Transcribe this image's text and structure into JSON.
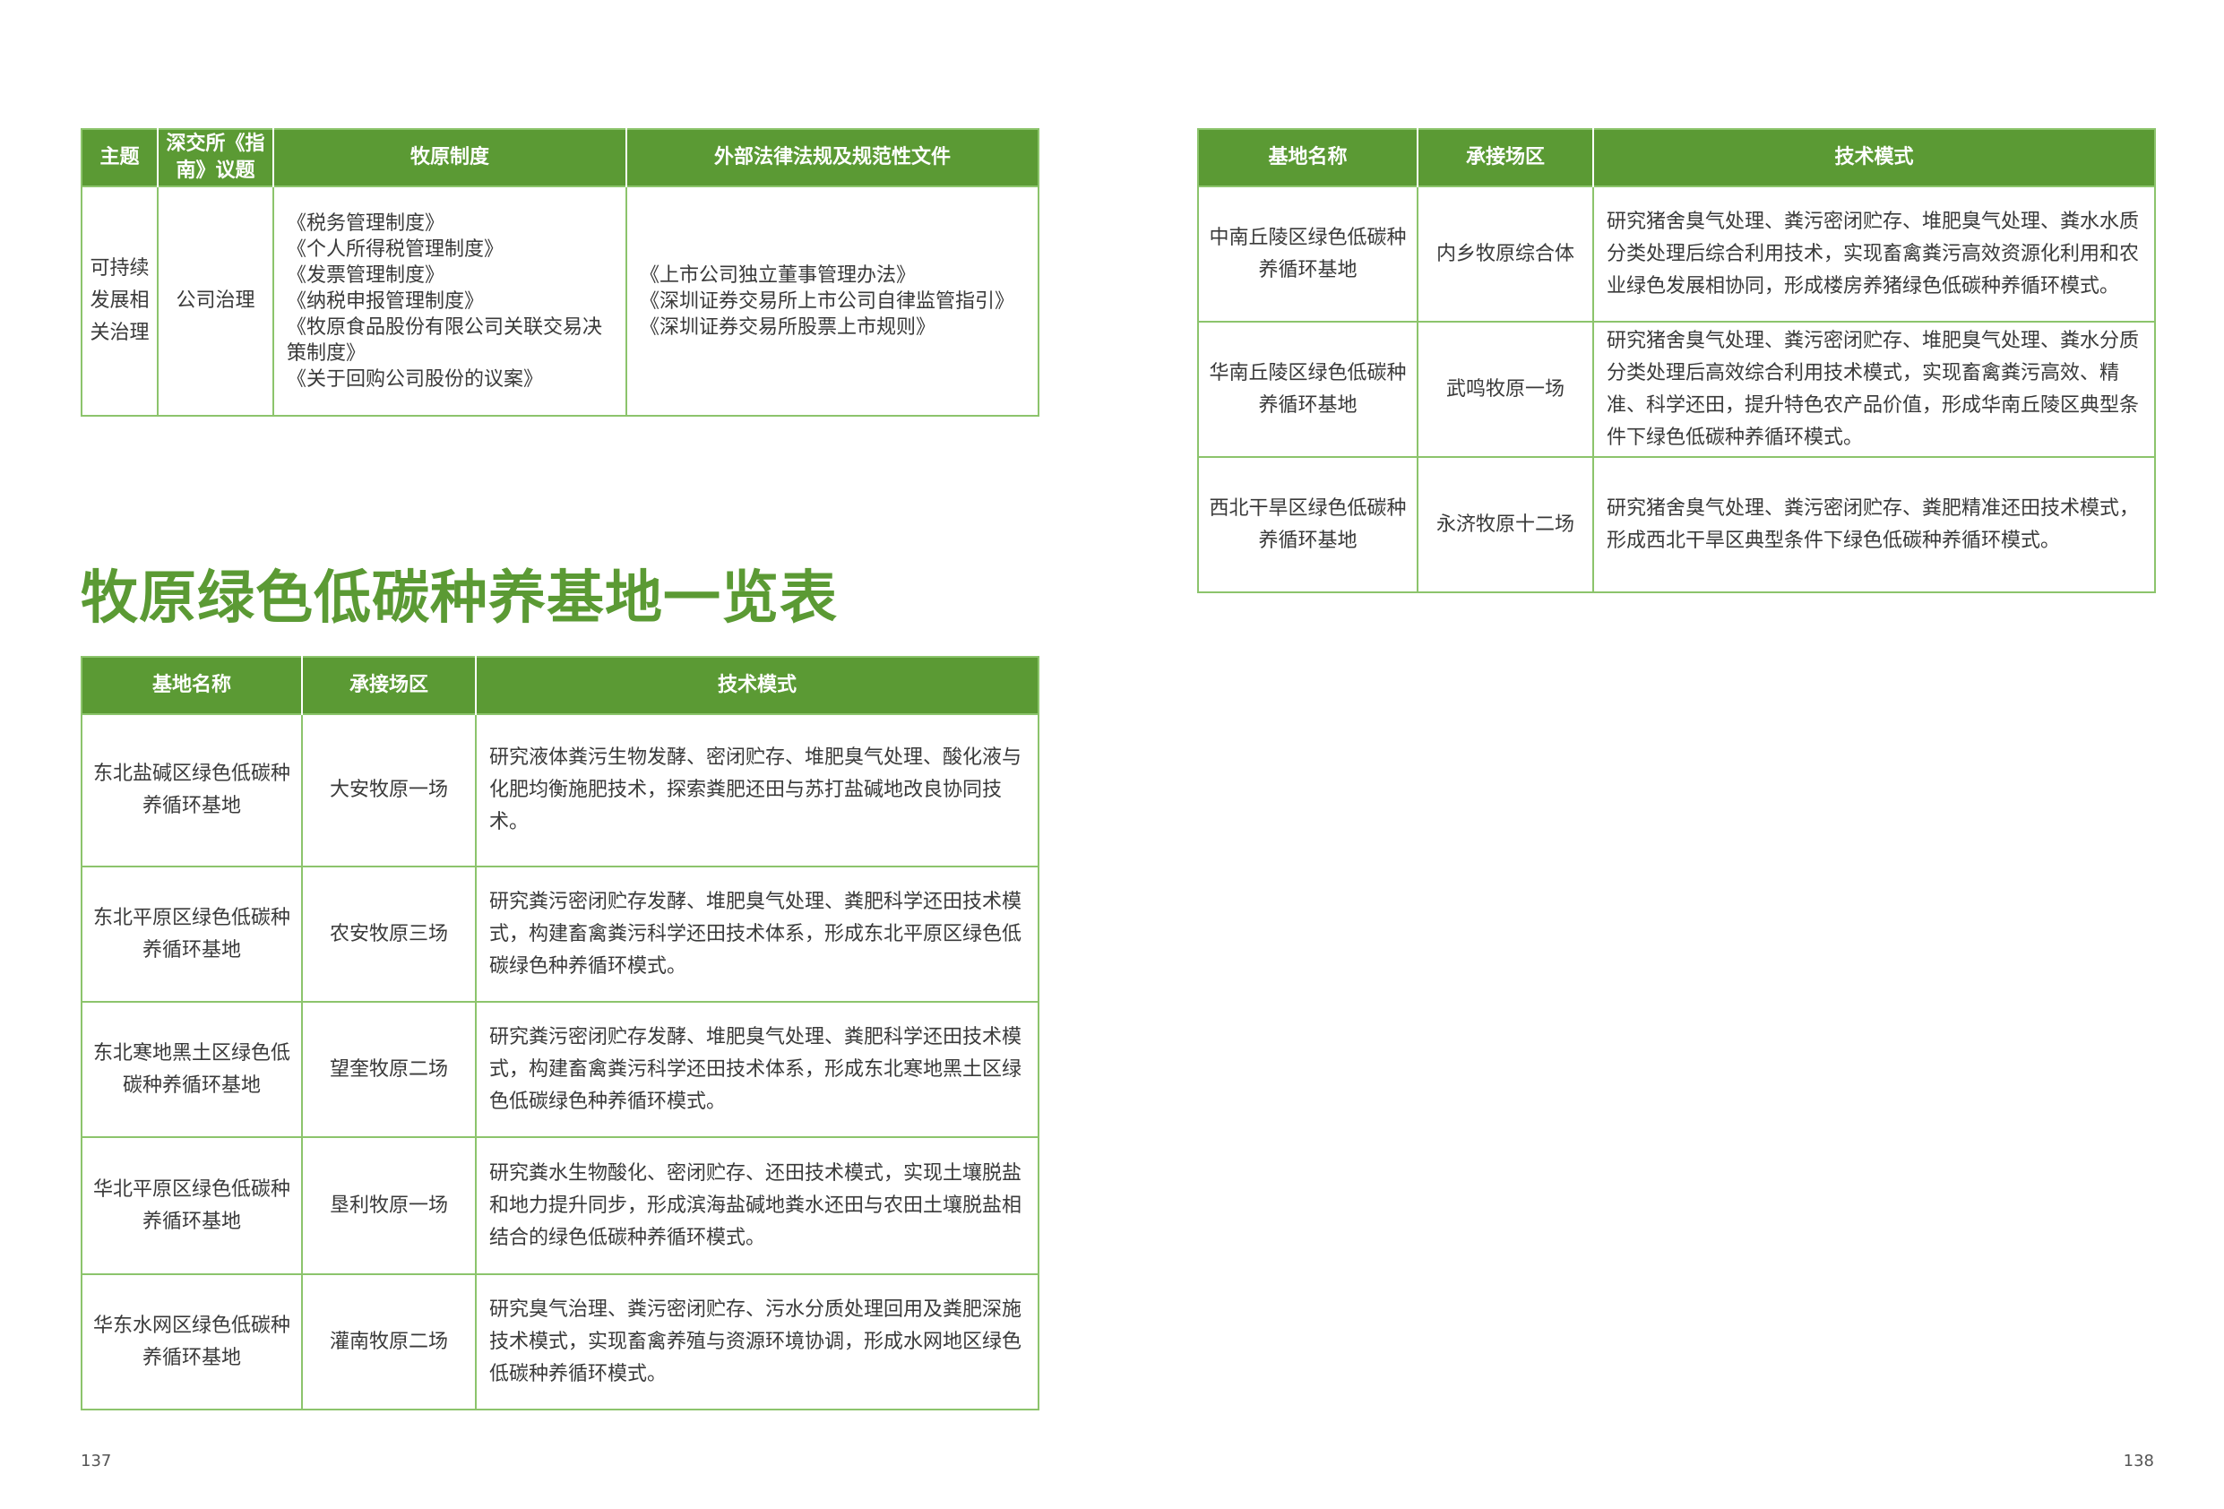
{
  "governance_table": {
    "headers": [
      "主题",
      "深交所《指南》议题",
      "牧原制度",
      "外部法律法规及规范性文件"
    ],
    "row": {
      "theme": "可持续发展相关治理",
      "topic": "公司治理",
      "policies": [
        "《税务管理制度》",
        "《个人所得税管理制度》",
        "《发票管理制度》",
        "《纳税申报管理制度》",
        "《牧原食品股份有限公司关联交易决策制度》",
        "《关于回购公司股份的议案》"
      ],
      "external": [
        "《上市公司独立董事管理办法》",
        "《深圳证券交易所上市公司自律监管指引》",
        "《深圳证券交易所股票上市规则》"
      ]
    }
  },
  "section_title": "牧原绿色低碳种养基地一览表",
  "base_table": {
    "headers": [
      "基地名称",
      "承接场区",
      "技术模式"
    ],
    "rows_left": [
      {
        "name": "东北盐碱区绿色低碳种养循环基地",
        "farm": "大安牧原一场",
        "tech": "研究液体粪污生物发酵、密闭贮存、堆肥臭气处理、酸化液与化肥均衡施肥技术，探索粪肥还田与苏打盐碱地改良协同技术。"
      },
      {
        "name": "东北平原区绿色低碳种养循环基地",
        "farm": "农安牧原三场",
        "tech": "研究粪污密闭贮存发酵、堆肥臭气处理、粪肥科学还田技术模式，构建畜禽粪污科学还田技术体系，形成东北平原区绿色低碳绿色种养循环模式。"
      },
      {
        "name": "东北寒地黑土区绿色低碳种养循环基地",
        "farm": "望奎牧原二场",
        "tech": "研究粪污密闭贮存发酵、堆肥臭气处理、粪肥科学还田技术模式，构建畜禽粪污科学还田技术体系，形成东北寒地黑土区绿色低碳绿色种养循环模式。"
      },
      {
        "name": "华北平原区绿色低碳种养循环基地",
        "farm": "垦利牧原一场",
        "tech": "研究粪水生物酸化、密闭贮存、还田技术模式，实现土壤脱盐和地力提升同步，形成滨海盐碱地粪水还田与农田土壤脱盐相结合的绿色低碳种养循环模式。"
      },
      {
        "name": "华东水网区绿色低碳种养循环基地",
        "farm": "灌南牧原二场",
        "tech": "研究臭气治理、粪污密闭贮存、污水分质处理回用及粪肥深施技术模式，实现畜禽养殖与资源环境协调，形成水网地区绿色低碳种养循环模式。"
      }
    ],
    "rows_right": [
      {
        "name": "中南丘陵区绿色低碳种养循环基地",
        "farm": "内乡牧原综合体",
        "tech": "研究猪舍臭气处理、粪污密闭贮存、堆肥臭气处理、粪水水质分类处理后综合利用技术，实现畜禽粪污高效资源化利用和农业绿色发展相协同，形成楼房养猪绿色低碳种养循环模式。"
      },
      {
        "name": "华南丘陵区绿色低碳种养循环基地",
        "farm": "武鸣牧原一场",
        "tech": "研究猪舍臭气处理、粪污密闭贮存、堆肥臭气处理、粪水分质分类处理后高效综合利用技术模式，实现畜禽粪污高效、精准、科学还田，提升特色农产品价值，形成华南丘陵区典型条件下绿色低碳种养循环模式。"
      },
      {
        "name": "西北干旱区绿色低碳种养循环基地",
        "farm": "永济牧原十二场",
        "tech": "研究猪舍臭气处理、粪污密闭贮存、粪肥精准还田技术模式，形成西北干旱区典型条件下绿色低碳种养循环模式。"
      }
    ]
  },
  "page_numbers": {
    "left": "137",
    "right": "138"
  }
}
